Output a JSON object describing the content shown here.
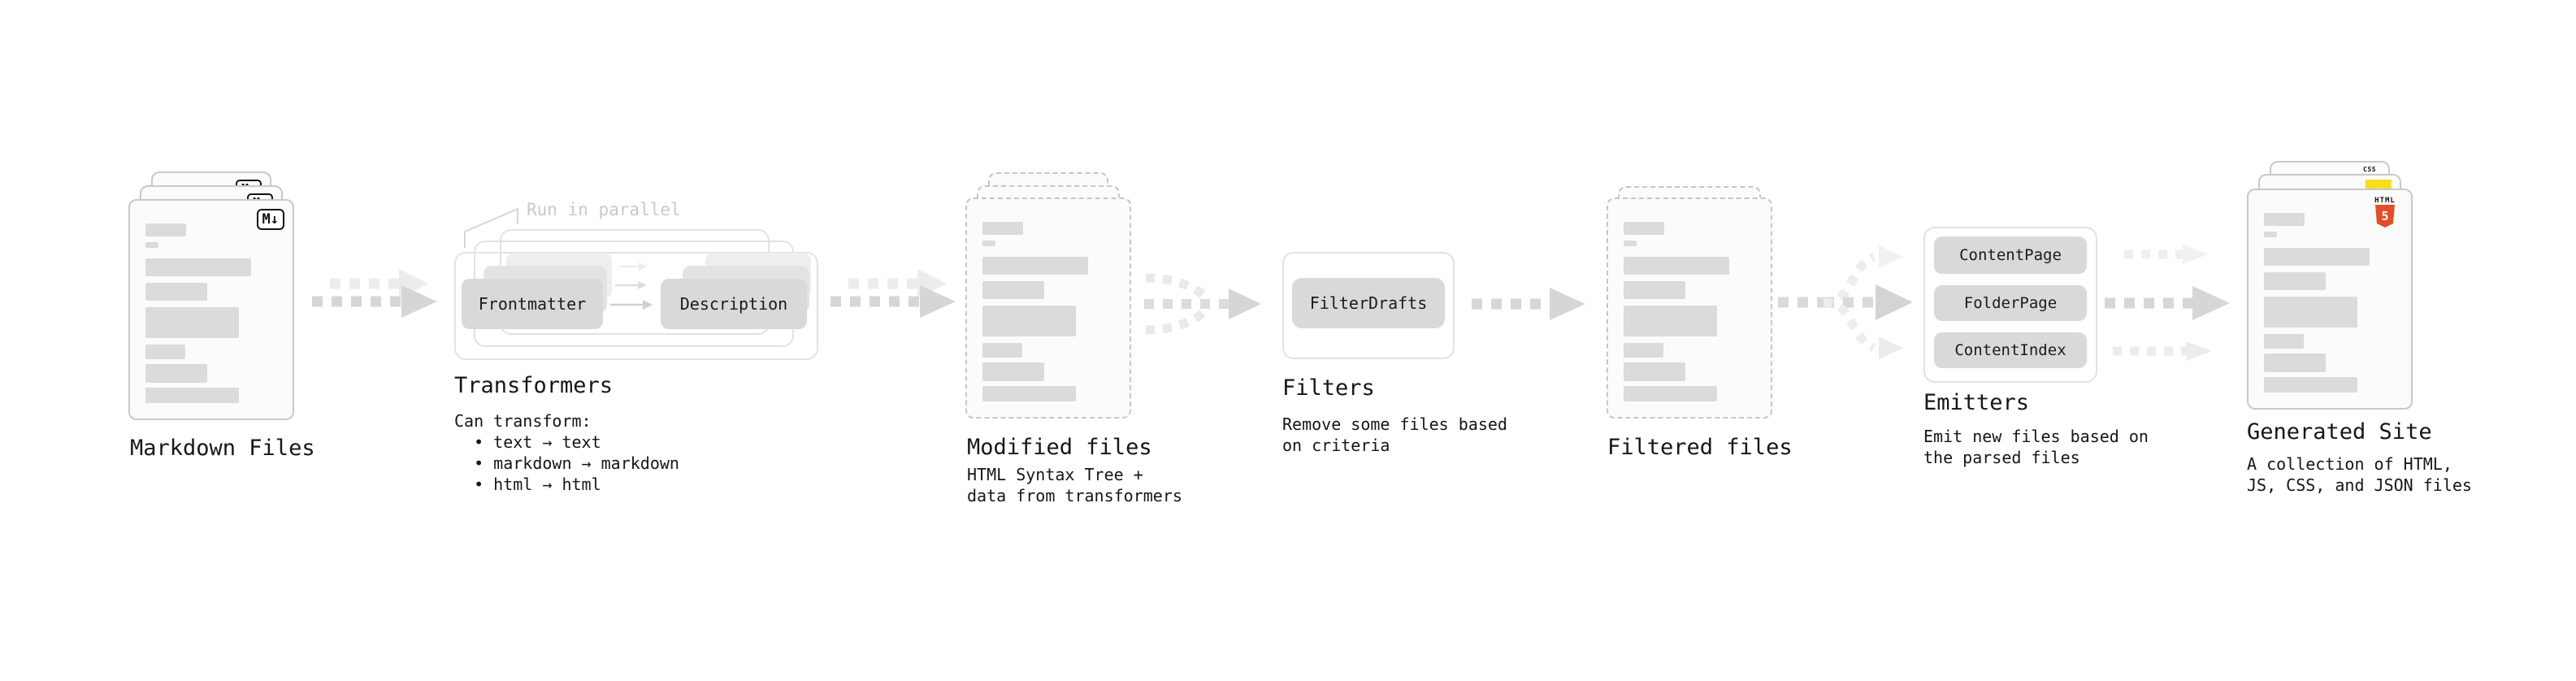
{
  "diagram": {
    "stages": {
      "markdown_files": {
        "title": "Markdown Files"
      },
      "transformers": {
        "title": "Transformers",
        "annotation": "Run in parallel",
        "source_button": "Frontmatter",
        "target_button": "Description",
        "description": "Can transform:\n  • text → text\n  • markdown → markdown\n  • html → html"
      },
      "modified_files": {
        "title": "Modified files",
        "description": "HTML Syntax Tree +\ndata from transformers"
      },
      "filters": {
        "title": "Filters",
        "button": "FilterDrafts",
        "description": "Remove some files based\non criteria"
      },
      "filtered_files": {
        "title": "Filtered files"
      },
      "emitters": {
        "title": "Emitters",
        "buttons": [
          "ContentPage",
          "FolderPage",
          "ContentIndex"
        ],
        "description": "Emit new files based on\nthe parsed files"
      },
      "generated_site": {
        "title": "Generated Site",
        "description": "A collection of HTML,\nJS, CSS, and JSON files"
      }
    },
    "icons": {
      "markdown_badge": "M↓",
      "html5_label": "HTML",
      "html5_number": "5",
      "css_label": "CSS"
    },
    "colors": {
      "arrow_dark": "#d6d6d6",
      "arrow_light": "#ececec",
      "button_bg": "#d9d9d9",
      "placeholder_bar": "#dbdbdb",
      "card_border": "#c9c9c9",
      "container_border": "#e2e2e2",
      "html5_orange": "#e44d26",
      "js_yellow": "#f7df1e",
      "css_blue": "#2b66de",
      "annotation_gray": "#c9c9c9"
    }
  }
}
